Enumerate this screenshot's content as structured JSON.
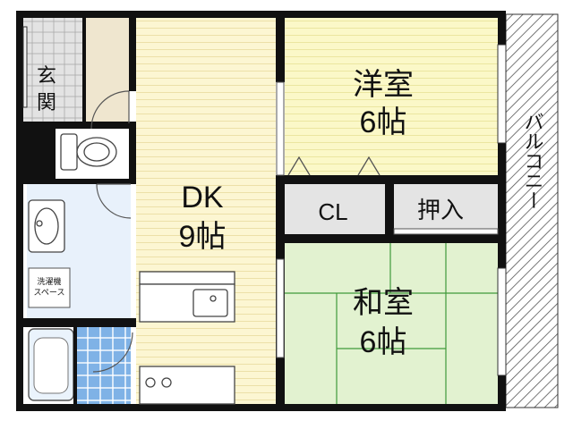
{
  "rooms": {
    "dk": {
      "name": "DK",
      "size": "9帖"
    },
    "western": {
      "name": "洋室",
      "size": "6帖"
    },
    "japanese": {
      "name": "和室",
      "size": "6帖"
    },
    "closet": {
      "name": "CL"
    },
    "oshiire": {
      "name": "押入"
    },
    "entrance": {
      "line1": "玄",
      "line2": "関"
    },
    "laundry": {
      "line1": "洗濯機",
      "line2": "スペース"
    },
    "balcony": {
      "name": "バルコニー"
    }
  },
  "colors": {
    "dk_floor": "#fcf6d2",
    "western_floor": "#fbf8c8",
    "japanese_floor": "#e2f2d0",
    "tatami_line": "#3f9a3a",
    "washroom": "#e8f1fb",
    "bath_tile": "#7fb2e6",
    "entrance_tile": "#e3e3e3",
    "closet_floor": "#e4e4e4",
    "wall": "#111111"
  }
}
